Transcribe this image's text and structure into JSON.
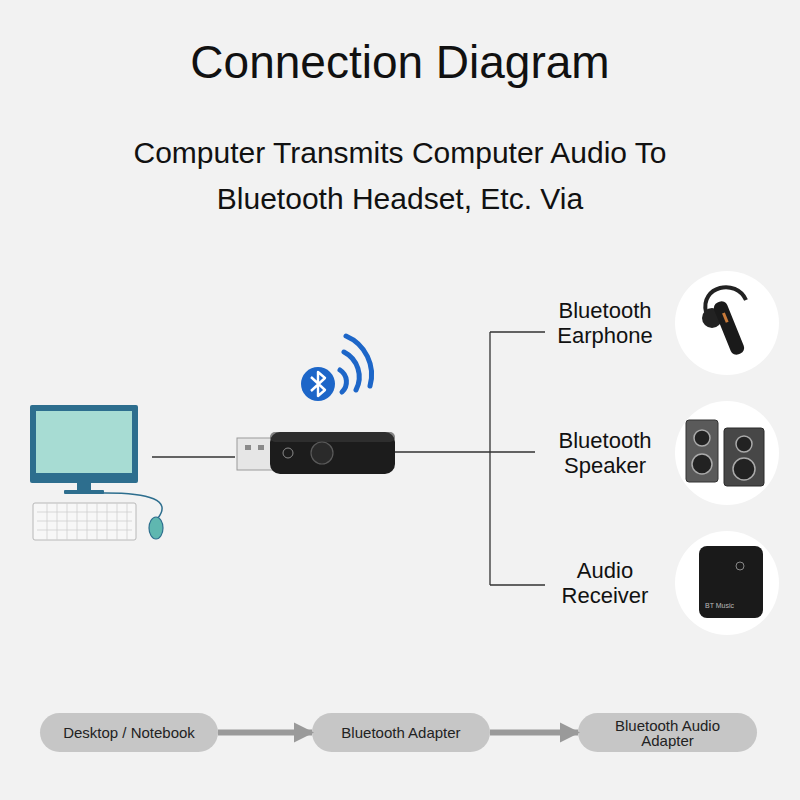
{
  "diagram": {
    "title": "Connection Diagram",
    "nodes": [
      {
        "text": [
          "Bluetooth Earphone"
        ]
      },
      {
        "text": [
          "Bluetooth Speaker"
        ]
      },
      {
        "text": [
          "Audio Receiver"
        ]
      },
      {
        "text": [
          "Desktop / Notebook"
        ]
      },
      {
        "text": [
          "Bluetooth Adapter"
        ]
      },
      {
        "text": [
          "Bluetooth Audio Adapter"
        ]
      }
    ],
    "edges": [
      {
        "from": 3,
        "to": 4,
        "arrow": "to"
      },
      {
        "from": 4,
        "to": 5,
        "arrow": "to"
      }
    ],
    "labels": [
      "Computer Transmits Computer Audio To Bluetooth Headset, Etc. Via",
      "BT Music"
    ]
  }
}
